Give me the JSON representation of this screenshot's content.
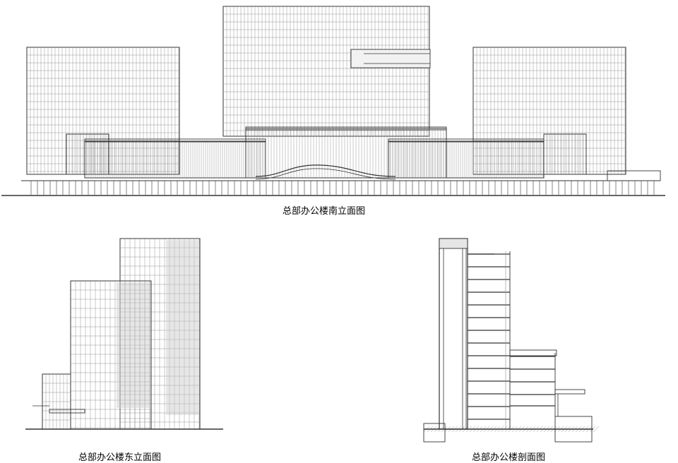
{
  "captions": {
    "south_elevation": "总部办公楼南立面图",
    "east_elevation": "总部办公楼东立面图",
    "section": "总部办公楼剖面图"
  },
  "colors": {
    "line": "#333333",
    "fine": "#8a8a8a",
    "shade": "#c8c8c8",
    "ground_hatch": "#bbbbbb"
  }
}
